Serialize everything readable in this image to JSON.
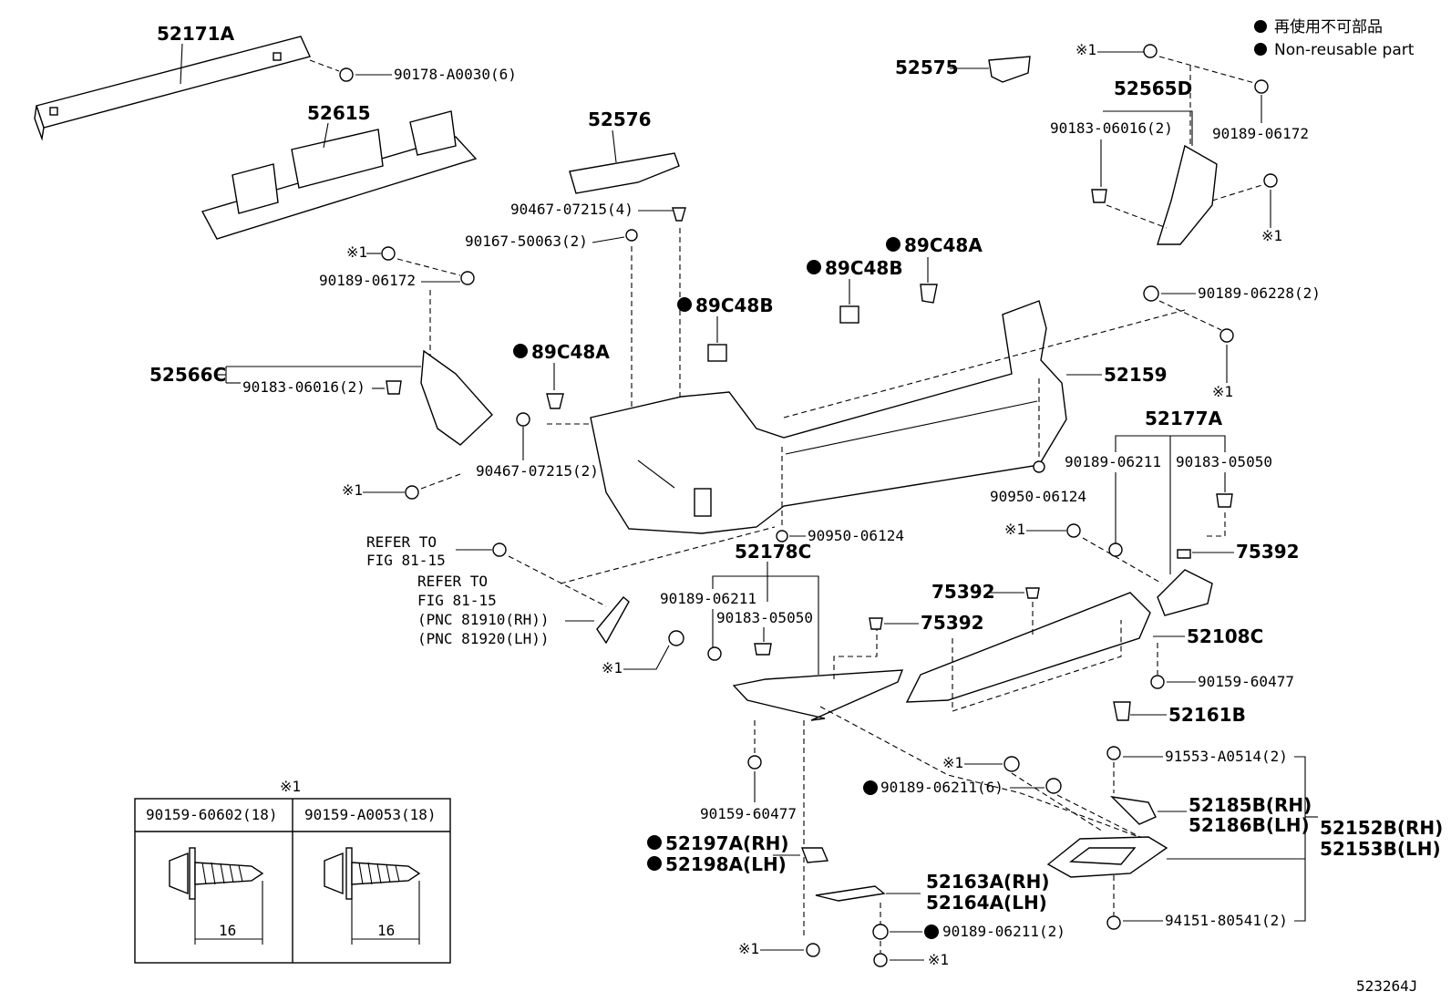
{
  "legend": {
    "jp_text": "再使用不可部品",
    "en_text": "Non-reusable part"
  },
  "diagram_id": "523264J",
  "mark_x1": "※1",
  "labels": {
    "p52171A": "52171A",
    "p90178": "90178-A0030(6)",
    "p52615": "52615",
    "p52575": "52575",
    "p52576": "52576",
    "p52565D": "52565D",
    "p90183_06016_r": "90183-06016(2)",
    "p90189_06172_r": "90189-06172",
    "p90467_4": "90467-07215(4)",
    "p90167": "90167-50063(2)",
    "p89C48A_top": "89C48A",
    "p89C48B_top": "89C48B",
    "p89C48B_mid": "89C48B",
    "p89C48A_left": "89C48A",
    "p90189_06172_l": "90189-06172",
    "p52566C": "52566C",
    "p90183_06016_l": "90183-06016(2)",
    "p90467_2": "90467-07215(2)",
    "p90189_06228": "90189-06228(2)",
    "p52159": "52159",
    "p52177A": "52177A",
    "p90189_06211_r": "90189-06211",
    "p90183_05050_r": "90183-05050",
    "p90950_r": "90950-06124",
    "p90950_c": "90950-06124",
    "p75392_r": "75392",
    "p75392_t": "75392",
    "p75392_m": "75392",
    "p52178C": "52178C",
    "p90189_06211_m": "90189-06211",
    "p90183_05050_m": "90183-05050",
    "p52108C": "52108C",
    "p90159_60477_r": "90159-60477",
    "p52161B": "52161B",
    "p91553": "91553-A0514(2)",
    "p90189_06211_6": "90189-06211(6)",
    "p52185B": "52185B(RH)",
    "p52186B": "52186B(LH)",
    "p52152B": "52152B(RH)",
    "p52153B": "52153B(LH)",
    "p90159_60477_l": "90159-60477",
    "p52197A": "52197A(RH)",
    "p52198A": "52198A(LH)",
    "p52163A": "52163A(RH)",
    "p52164A": "52164A(LH)",
    "p94151": "94151-80541(2)",
    "p90189_06211_2": "90189-06211(2)"
  },
  "refer": {
    "refer_a": "REFER TO",
    "fig_a": "FIG 81-15",
    "refer_b": "REFER TO",
    "fig_b": "FIG 81-15",
    "pnc_rh": "(PNC 81910(RH))",
    "pnc_lh": "(PNC 81920(LH))"
  },
  "fastener_table": {
    "title": "※1",
    "col1": "90159-60602(18)",
    "col2": "90159-A0053(18)",
    "dim1": "16",
    "dim2": "16"
  }
}
